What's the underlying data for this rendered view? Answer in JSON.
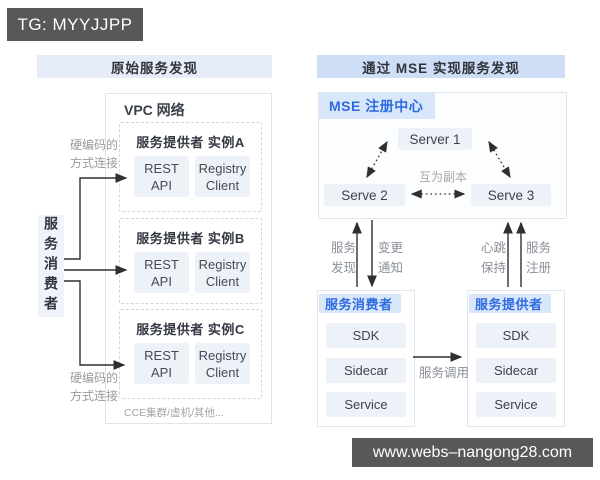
{
  "colors": {
    "badge_bg": "#58585a",
    "left_title_bg": "#e7ecf9",
    "right_title_bg": "#cddef6",
    "chip_bg": "#d9e7fb",
    "chip_text": "#2f6ae0",
    "inner_box_bg": "#edf1f8",
    "arrow": "#2f2f2f",
    "gray_label": "#9b9b9d"
  },
  "header_badge": {
    "text": "TG: MYYJJPP"
  },
  "footer_badge": {
    "text": "www.webs–nangong28.com"
  },
  "left_panel": {
    "title": "原始服务发现",
    "vpc_label": "VPC 网络",
    "consumer_label": "服务消费者",
    "hardcoded_label_top": [
      "硬编码的",
      "方式连接"
    ],
    "hardcoded_label_bottom": [
      "硬编码的",
      "方式连接"
    ],
    "instances": [
      {
        "title": "服务提供者 实例A",
        "left_box": [
          "REST",
          "API"
        ],
        "right_box": [
          "Registry",
          "Client"
        ]
      },
      {
        "title": "服务提供者 实例B",
        "left_box": [
          "REST",
          "API"
        ],
        "right_box": [
          "Registry",
          "Client"
        ]
      },
      {
        "title": "服务提供者 实例C",
        "left_box": [
          "REST",
          "API"
        ],
        "right_box": [
          "Registry",
          "Client"
        ]
      }
    ],
    "footnote": "CCE集群/虚机/其他..."
  },
  "right_panel": {
    "title": "通过 MSE 实现服务发现",
    "registry": {
      "label": "MSE 注册中心",
      "nodes": [
        "Server 1",
        "Serve 2",
        "Serve 3"
      ],
      "replica_note": "互为副本"
    },
    "flow_labels": {
      "discover": [
        "服务",
        "发现"
      ],
      "notify": [
        "变更",
        "通知"
      ],
      "heartbeat": [
        "心跳",
        "保持"
      ],
      "register": [
        "服务",
        "注册"
      ],
      "invoke": "服务调用"
    },
    "consumer": {
      "title": "服务消费者",
      "items": [
        "SDK",
        "Sidecar",
        "Service"
      ]
    },
    "provider": {
      "title": "服务提供者",
      "items": [
        "SDK",
        "Sidecar",
        "Service"
      ]
    }
  }
}
